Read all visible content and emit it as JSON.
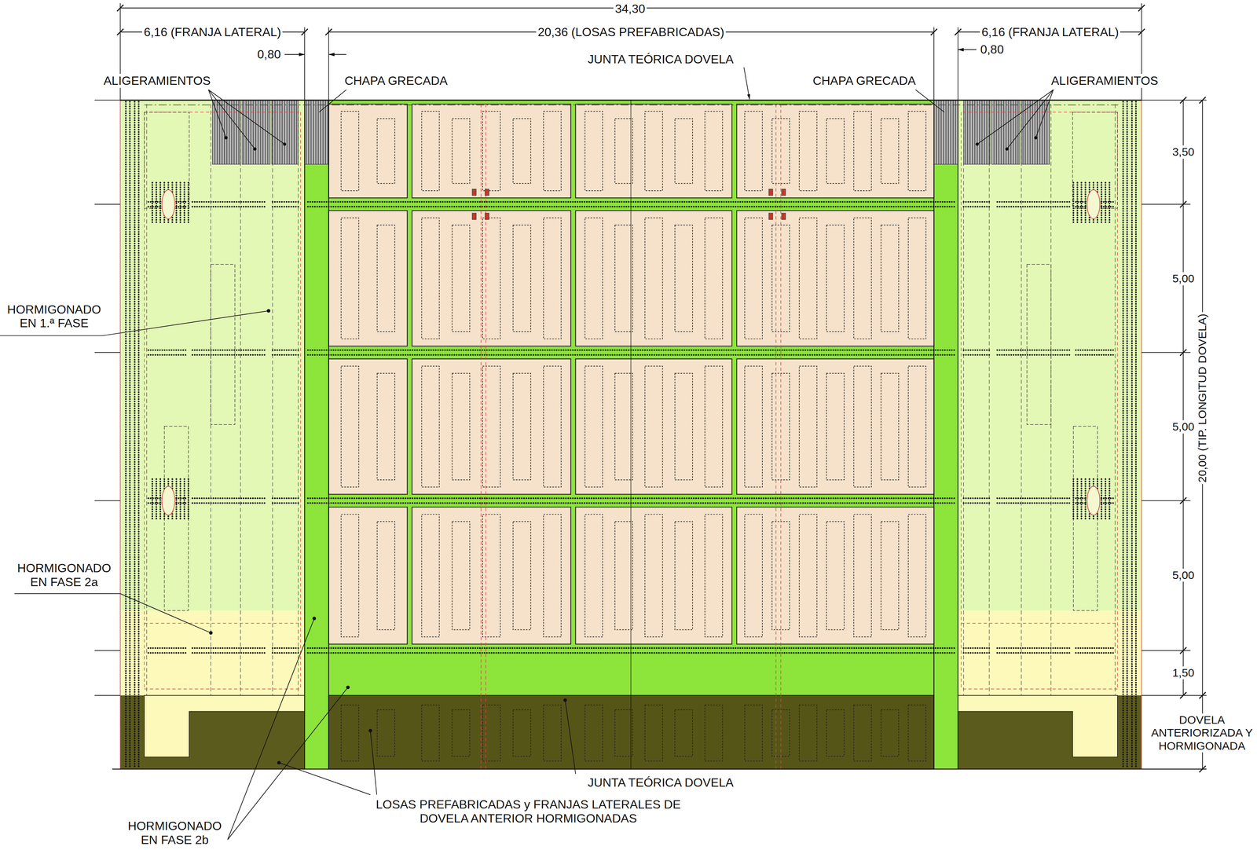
{
  "diagram": {
    "labels": [
      "34,30",
      "6,16 (FRANJA LATERAL)",
      "20,36 (LOSAS PREFABRICADAS)",
      "6,16 (FRANJA LATERAL)",
      "0,80",
      "0,80",
      "JUNTA TEÓRICA DOVELA",
      "ALIGERAMIENTOS",
      "CHAPA GRECADA",
      "CHAPA GRECADA",
      "ALIGERAMIENTOS",
      "3,50",
      "5,00",
      "20,00 (TIP. LONGITUD DOVELA)",
      "HORMIGONADO EN 1.ª FASE",
      "5,00",
      "5,00",
      "HORMIGONADO EN FASE 2a",
      "1,50",
      "DOVELA ANTERIORIZADA Y HORMIGONADA",
      "JUNTA TEÓRICA DOVELA",
      "LOSAS PREFABRICADAS y FRANJAS LATERALES DE DOVELA ANTERIOR HORMIGONADAS",
      "HORMIGONADO EN FASE 2b"
    ]
  }
}
